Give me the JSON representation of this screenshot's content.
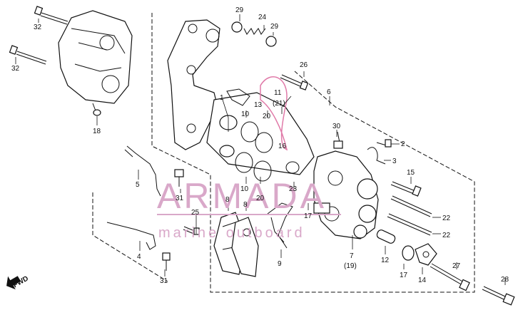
{
  "watermark": {
    "brand": "ARMADA",
    "tagline": "marine outboard"
  },
  "direction_label": "FWD",
  "callouts": {
    "c1": "1",
    "c2": "2",
    "c3": "3",
    "c4": "4",
    "c5": "5",
    "c6": "6",
    "c7": "7",
    "c7alt": "(19)",
    "c8a": "8",
    "c8b": "8",
    "c9": "9",
    "c10a": "10",
    "c10b": "10",
    "c11": "11",
    "c11alt": "(21)",
    "c12": "12",
    "c13": "13",
    "c14": "14",
    "c15": "15",
    "c16": "16",
    "c17a": "17",
    "c17b": "17",
    "c18": "18",
    "c20a": "20",
    "c20b": "20",
    "c22a": "22",
    "c22b": "22",
    "c23": "23",
    "c24": "24",
    "c25": "25",
    "c26": "26",
    "c27": "27",
    "c28": "28",
    "c29a": "29",
    "c29b": "29",
    "c30": "30",
    "c31a": "31",
    "c31b": "31",
    "c32a": "32",
    "c32b": "32"
  },
  "colors": {
    "ink": "#111111",
    "watermark": "#d9a8c9",
    "highlight": "#e07aa8"
  }
}
